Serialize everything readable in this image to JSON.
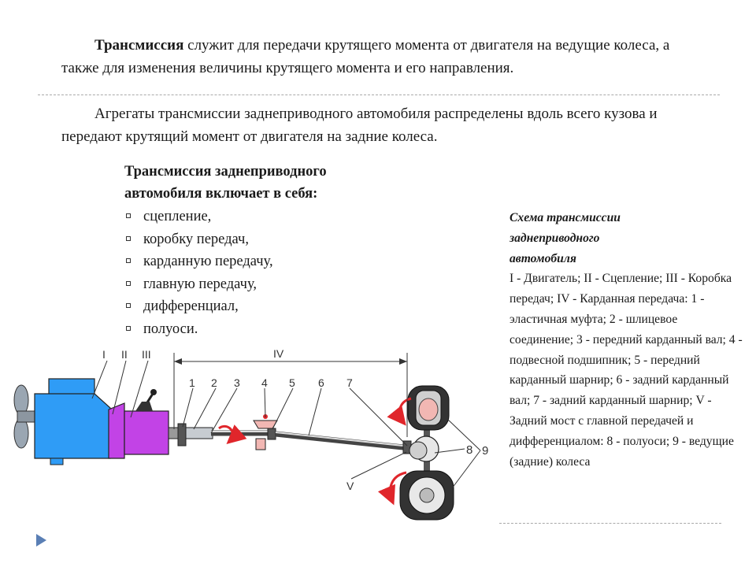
{
  "para1": {
    "term": "Трансмиссия",
    "rest": " служит для передачи крутящего момента от двигателя на ведущие колеса, а также для изменения величины крутящего момента и его направления."
  },
  "para2": "Агрегаты трансмиссии заднеприводного автомобиля распределены вдоль всего кузова и передают крутящий момент от двигателя на задние колеса.",
  "list": {
    "heading_line1": "Трансмиссия заднеприводного",
    "heading_line2": "автомобиля включает в себя:",
    "items": [
      "сцепление,",
      "коробку передач,",
      "карданную передачу,",
      "главную передачу,",
      "дифференциал,",
      "полуоси."
    ]
  },
  "caption": {
    "title_line1": "Схема трансмиссии",
    "title_line2": "заднеприводного",
    "title_line3": "автомобиля",
    "body": "I - Двигатель; II - Сцепление; III - Коробка передач; IV - Карданная передача: 1 - эластичная муфта; 2 - шлицевое соединение; 3 - передний карданный вал; 4 - подвесной подшипник; 5 - передний карданный шарнир; 6 - задний карданный вал; 7 - задний карданный шарнир; V - Задний мост с главной передачей и дифференциалом: 8 - полуоси; 9 - ведущие (задние) колеса"
  },
  "diagram_labels": {
    "engine": "I",
    "clutch": "II",
    "gearbox": "III",
    "driveline": "IV",
    "rear_axle": "V",
    "n1": "1",
    "n2": "2",
    "n3": "3",
    "n4": "4",
    "n5": "5",
    "n6": "6",
    "n7": "7",
    "n8": "8",
    "n9": "9"
  },
  "colors": {
    "engine_blue": "#2f9cf6",
    "gearbox_purple": "#c243e6",
    "flow_arrow_red": "#e0262b",
    "bearing_pink": "#f2b7b3",
    "nav_arrow_blue": "#5a7fb5"
  },
  "icons": {
    "nav": "triangle-right-icon"
  }
}
